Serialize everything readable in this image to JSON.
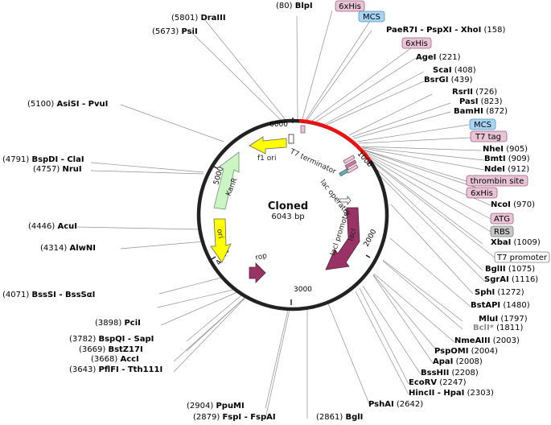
{
  "plasmid": {
    "name": "Cloned",
    "size": "6043 bp"
  },
  "ticks": [
    "6000",
    "1000",
    "2000",
    "3000",
    "4000",
    "5000"
  ],
  "features": [
    {
      "name": "f1 ori",
      "color": "#ffff00"
    },
    {
      "name": "KanR",
      "color": "#ccf5c4"
    },
    {
      "name": "ori",
      "color": "#ffff00"
    },
    {
      "name": "rop",
      "color": "#993366"
    },
    {
      "name": "lacI",
      "color": "#993366"
    },
    {
      "name": "lacI promoter",
      "color": "#ffffff"
    },
    {
      "name": "lac operator",
      "color": "#ffffff"
    },
    {
      "name": "T7 terminator",
      "color": "#ffffff"
    }
  ],
  "sites": [
    {
      "pos": "(80)",
      "name": "BlpI",
      "dim": ""
    },
    {
      "pos": "(5801)",
      "name": "DraIII",
      "dim": ""
    },
    {
      "pos": "(5673)",
      "name": "PsiI",
      "dim": ""
    },
    {
      "pos": "(5100)",
      "name": "AsiSI - PvuI",
      "dim": ""
    },
    {
      "pos": "(4791)",
      "name": "BspDI - ClaI",
      "dim": ""
    },
    {
      "pos": "(4757)",
      "name": "NruI",
      "dim": ""
    },
    {
      "pos": "(4446)",
      "name": "AcuI",
      "dim": ""
    },
    {
      "pos": "(4314)",
      "name": "AlwNI",
      "dim": ""
    },
    {
      "pos": "(4071)",
      "name": "BssSI - BssSαI",
      "dim": ""
    },
    {
      "pos": "(3898)",
      "name": "PciI",
      "dim": ""
    },
    {
      "pos": "(3782)",
      "name": "BspQI - SapI",
      "dim": ""
    },
    {
      "pos": "(3669)",
      "name": "BstZ17I",
      "dim": ""
    },
    {
      "pos": "(3668)",
      "name": "AccI",
      "dim": ""
    },
    {
      "pos": "(3643)",
      "name": "PflFI - Tth111I",
      "dim": ""
    },
    {
      "pos": "(2904)",
      "name": "PpuMI",
      "dim": ""
    },
    {
      "pos": "(2879)",
      "name": "FspI - FspAI",
      "dim": ""
    },
    {
      "pos": "(2861)",
      "name": "BglI",
      "dim": ""
    },
    {
      "pos": "(2642)",
      "name": "PshAI",
      "dim": ""
    },
    {
      "pos": "(2303)",
      "name": "HincII - HpaI",
      "dim": ""
    },
    {
      "pos": "(2247)",
      "name": "EcoRV",
      "dim": ""
    },
    {
      "pos": "(2208)",
      "name": "BssHII",
      "dim": ""
    },
    {
      "pos": "(2008)",
      "name": "ApaI",
      "dim": ""
    },
    {
      "pos": "(2004)",
      "name": "PspOMI",
      "dim": ""
    },
    {
      "pos": "(2003)",
      "name": "NmeAIII",
      "dim": ""
    },
    {
      "pos": "(1811)",
      "name": "",
      "dim": "BclI*"
    },
    {
      "pos": "(1797)",
      "name": "MluI",
      "dim": ""
    },
    {
      "pos": "(1480)",
      "name": "BstAPI",
      "dim": ""
    },
    {
      "pos": "(1272)",
      "name": "SphI",
      "dim": ""
    },
    {
      "pos": "(1116)",
      "name": "SgrAI",
      "dim": ""
    },
    {
      "pos": "(1075)",
      "name": "BglII",
      "dim": ""
    },
    {
      "pos": "(1009)",
      "name": "XbaI",
      "dim": ""
    },
    {
      "pos": "(970)",
      "name": "NcoI",
      "dim": ""
    },
    {
      "pos": "(912)",
      "name": "NdeI",
      "dim": ""
    },
    {
      "pos": "(909)",
      "name": "BmtI",
      "dim": ""
    },
    {
      "pos": "(905)",
      "name": "NheI",
      "dim": ""
    },
    {
      "pos": "(872)",
      "name": "BamHI",
      "dim": ""
    },
    {
      "pos": "(823)",
      "name": "PasI",
      "dim": ""
    },
    {
      "pos": "(726)",
      "name": "RsrII",
      "dim": ""
    },
    {
      "pos": "(439)",
      "name": "BsrGI",
      "dim": ""
    },
    {
      "pos": "(408)",
      "name": "ScaI",
      "dim": ""
    },
    {
      "pos": "(221)",
      "name": "AgeI",
      "dim": ""
    },
    {
      "pos": "(158)",
      "name": "PaeR7I - PspXI - XhoI",
      "dim": ""
    }
  ],
  "tags": [
    {
      "text": "6xHis",
      "fill": "#e8c4d4",
      "stroke": "#a06080"
    },
    {
      "text": "MCS",
      "fill": "#a8d4f4",
      "stroke": "#5590c0"
    },
    {
      "text": "6xHis",
      "fill": "#e8c4d4",
      "stroke": "#a06080"
    },
    {
      "text": "MCS",
      "fill": "#a8d4f4",
      "stroke": "#5590c0"
    },
    {
      "text": "T7 tag",
      "fill": "#e8c4d4",
      "stroke": "#a06080"
    },
    {
      "text": "thrombin site",
      "fill": "#e8c4d4",
      "stroke": "#a06080"
    },
    {
      "text": "6xHis",
      "fill": "#e8c4d4",
      "stroke": "#a06080"
    },
    {
      "text": "ATG",
      "fill": "#e8c4d4",
      "stroke": "#a06080"
    },
    {
      "text": "RBS",
      "fill": "#c8c8c8",
      "stroke": "#808080"
    },
    {
      "text": "T7 promoter",
      "fill": "#ffffff",
      "stroke": "#808080"
    }
  ]
}
